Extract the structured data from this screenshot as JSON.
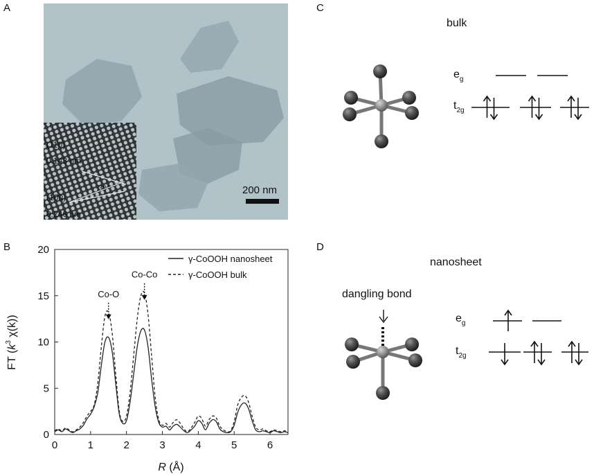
{
  "panels": {
    "a": {
      "label": "A",
      "scalebar": "200 nm",
      "inset": {
        "plane1": "(110)",
        "d1": "0.143 nm",
        "plane2": "(100)",
        "d2": "0.246 nm",
        "angle": "30°"
      }
    },
    "b": {
      "label": "B"
    },
    "c": {
      "label": "C",
      "title": "bulk",
      "eg": "e",
      "eg_sub": "g",
      "t2g": "t",
      "t2g_sub": "2g"
    },
    "d": {
      "label": "D",
      "title": "nanosheet",
      "dangling": "dangling bond",
      "eg": "e",
      "eg_sub": "g",
      "t2g": "t",
      "t2g_sub": "2g"
    }
  },
  "chart_data": {
    "type": "line",
    "ylabel_prefix": "FT (",
    "ylabel_k": "k",
    "ylabel_sup": "3",
    "ylabel_chi": " χ(k))",
    "xlabel_var": "R",
    "xlabel_unit": " (Å)",
    "xlim": [
      0,
      6.5
    ],
    "ylim": [
      0,
      20
    ],
    "xticks": [
      0,
      1,
      2,
      3,
      4,
      5,
      6
    ],
    "yticks": [
      0,
      5,
      10,
      15,
      20
    ],
    "legend_position": "top-right",
    "annotations": [
      {
        "text": "Co-O",
        "x": 1.5,
        "y": 13.2
      },
      {
        "text": "Co-Co",
        "x": 2.5,
        "y": 15.3
      }
    ],
    "series": [
      {
        "name": "γ-CoOOH nanosheet",
        "style": "solid",
        "x": [
          0,
          0.1,
          0.2,
          0.3,
          0.4,
          0.5,
          0.6,
          0.7,
          0.8,
          0.9,
          1.0,
          1.1,
          1.2,
          1.3,
          1.4,
          1.5,
          1.6,
          1.7,
          1.8,
          1.9,
          2.0,
          2.1,
          2.2,
          2.3,
          2.4,
          2.5,
          2.6,
          2.7,
          2.8,
          2.9,
          3.0,
          3.1,
          3.2,
          3.3,
          3.4,
          3.5,
          3.6,
          3.7,
          3.8,
          3.9,
          4.0,
          4.1,
          4.2,
          4.3,
          4.4,
          4.5,
          4.6,
          4.7,
          4.8,
          4.9,
          5.0,
          5.1,
          5.2,
          5.3,
          5.4,
          5.5,
          5.6,
          5.7,
          5.8,
          5.9,
          6.0,
          6.1,
          6.2,
          6.3,
          6.4,
          6.5
        ],
        "y": [
          0.3,
          0.5,
          0.3,
          0.6,
          0.4,
          0.2,
          0.4,
          0.6,
          1.0,
          1.7,
          2.2,
          3.0,
          4.5,
          7.5,
          10.0,
          10.5,
          9.0,
          5.5,
          2.2,
          1.2,
          1.5,
          3.5,
          6.5,
          9.5,
          11.2,
          11.3,
          9.5,
          6.0,
          3.0,
          1.3,
          0.8,
          0.9,
          0.5,
          0.9,
          1.1,
          0.8,
          0.4,
          0.2,
          0.5,
          0.9,
          1.5,
          1.2,
          0.5,
          1.2,
          1.6,
          1.4,
          0.6,
          0.3,
          0.2,
          0.3,
          1.0,
          2.4,
          3.2,
          3.4,
          2.8,
          1.5,
          0.5,
          0.3,
          0.4,
          0.3,
          0.2,
          0.4,
          0.3,
          0.2,
          0.3,
          0.2
        ]
      },
      {
        "name": "γ-CoOOH bulk",
        "style": "dashed",
        "x": [
          0,
          0.1,
          0.2,
          0.3,
          0.4,
          0.5,
          0.6,
          0.7,
          0.8,
          0.9,
          1.0,
          1.1,
          1.2,
          1.3,
          1.4,
          1.5,
          1.6,
          1.7,
          1.8,
          1.9,
          2.0,
          2.1,
          2.2,
          2.3,
          2.4,
          2.5,
          2.6,
          2.7,
          2.8,
          2.9,
          3.0,
          3.1,
          3.2,
          3.3,
          3.4,
          3.5,
          3.6,
          3.7,
          3.8,
          3.9,
          4.0,
          4.1,
          4.2,
          4.3,
          4.4,
          4.5,
          4.6,
          4.7,
          4.8,
          4.9,
          5.0,
          5.1,
          5.2,
          5.3,
          5.4,
          5.5,
          5.6,
          5.7,
          5.8,
          5.9,
          6.0,
          6.1,
          6.2,
          6.3,
          6.4,
          6.5
        ],
        "y": [
          0.4,
          0.6,
          0.4,
          0.7,
          0.5,
          0.3,
          0.5,
          0.8,
          1.3,
          2.0,
          2.5,
          3.2,
          5.5,
          9.5,
          12.8,
          13.2,
          11.0,
          6.5,
          2.5,
          1.4,
          2.0,
          4.5,
          8.5,
          12.5,
          15.0,
          15.3,
          13.0,
          8.5,
          4.0,
          1.6,
          1.0,
          1.2,
          0.8,
          1.3,
          1.6,
          1.2,
          0.6,
          0.3,
          0.7,
          1.3,
          2.0,
          1.7,
          0.9,
          1.6,
          2.0,
          1.8,
          0.9,
          0.5,
          0.3,
          0.4,
          1.4,
          3.2,
          4.0,
          4.2,
          3.5,
          2.0,
          0.8,
          0.5,
          0.6,
          0.4,
          0.3,
          0.5,
          0.4,
          0.3,
          0.4,
          0.3
        ]
      }
    ]
  }
}
